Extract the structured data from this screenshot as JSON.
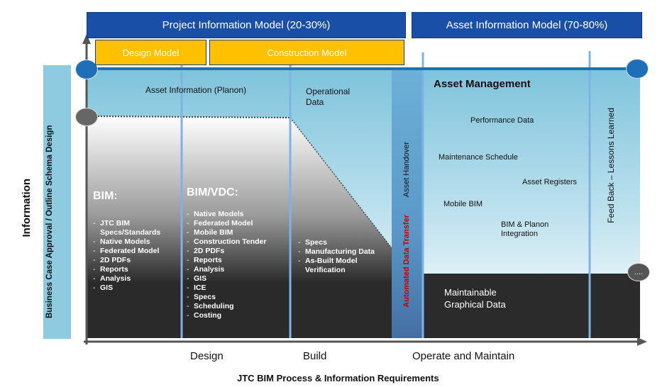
{
  "headers": {
    "pim": "Project Information Model (20-30%)",
    "aim": "Asset Information Model (70-80%)",
    "design_model": "Design Model",
    "construction_model": "Construction Model"
  },
  "axes": {
    "y_label": "Information",
    "x_phases": [
      "Design",
      "Build",
      "Operate and Maintain"
    ],
    "title": "JTC BIM Process & Information Requirements"
  },
  "sidebar": {
    "business_case": "Business Case Approval / Outline Schema Design"
  },
  "labels": {
    "asset_info_planon": "Asset Information (Planon)",
    "operational_data": "Operational\nData",
    "asset_management": "Asset Management",
    "performance_data": "Performance Data",
    "maintenance_schedule": "Maintenance Schedule",
    "asset_registers": "Asset Registers",
    "mobile_bim": "Mobile BIM",
    "bim_planon": "BIM & Planon\nIntegration",
    "maintainable": "Maintainable\nGraphical Data",
    "asset_handover": "Asset Handover",
    "automated_transfer": "Automated Data Transfer",
    "feedback": "Feed Back – Lessons Learned",
    "ellipsis": "...."
  },
  "bim": {
    "title": "BIM:",
    "items": [
      "JTC BIM\nSpecs/Standards",
      "Native Models",
      "Federated Model",
      "2D PDFs",
      "Reports",
      "Analysis",
      "GIS"
    ]
  },
  "bim_vdc": {
    "title": "BIM/VDC:",
    "items": [
      "Native Models",
      "Federated Model",
      "Mobile BIM",
      "Construction Tender",
      "2D PDFs",
      "Reports",
      "Analysis",
      "GIS",
      "ICE",
      "Specs",
      "Scheduling",
      "Costing"
    ]
  },
  "build": {
    "items": [
      "Specs",
      "Manufacturing Data",
      "As-Built Model\nVerification"
    ]
  },
  "colors": {
    "header_blue": "#1a4fa8",
    "gold": "#ffc000",
    "light_blue": "#8ecbe0",
    "dark": "#2b2b2b",
    "accent_red": "#c00000"
  }
}
